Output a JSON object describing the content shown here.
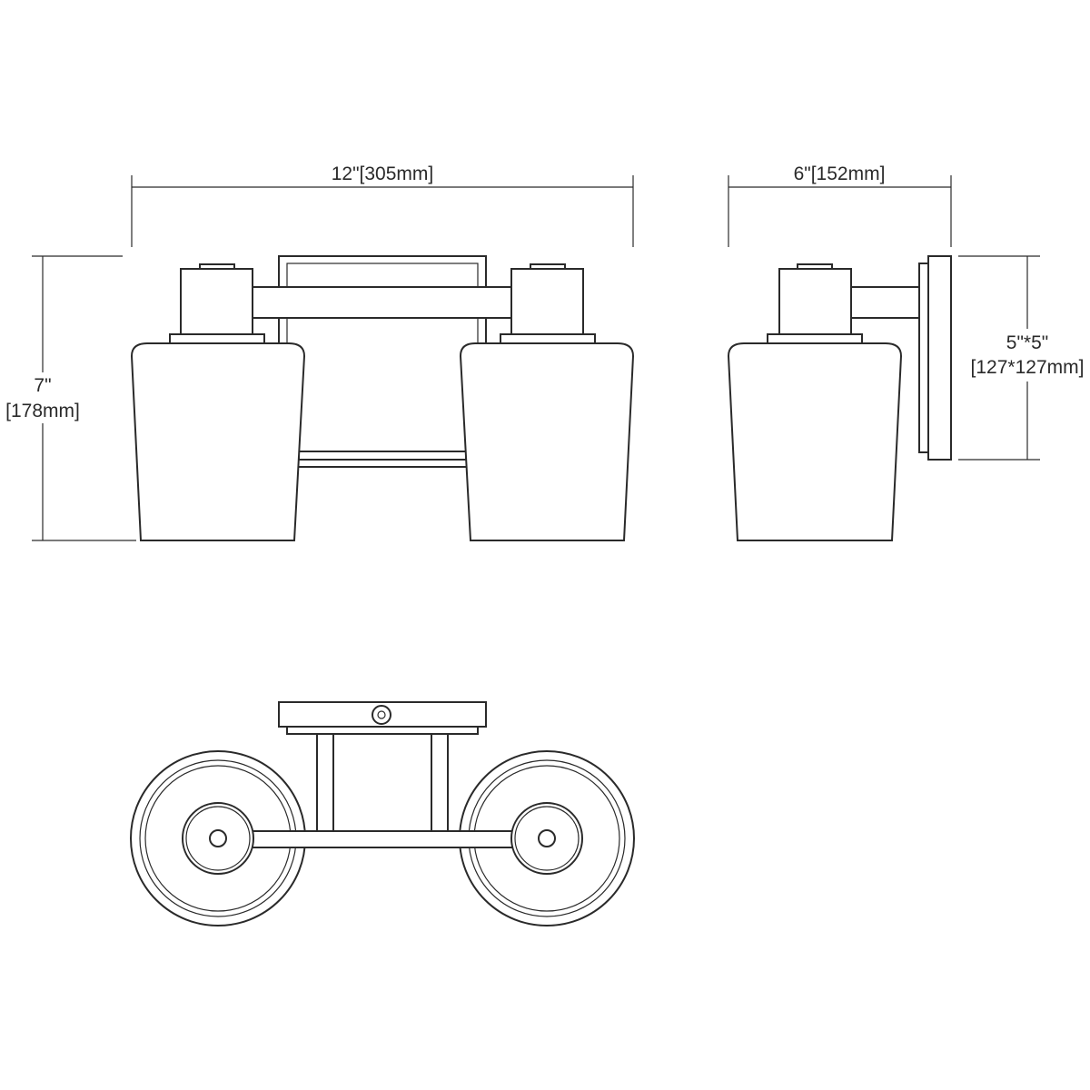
{
  "dimensions": {
    "width_label": "12\"[305mm]",
    "depth_label": "6\"[152mm]",
    "height_inch": "7\"",
    "height_mm": "[178mm]",
    "backplate_inch": "5\"*5\"",
    "backplate_mm": "[127*127mm]"
  },
  "colors": {
    "line": "#2a2a2a",
    "background": "#ffffff"
  }
}
